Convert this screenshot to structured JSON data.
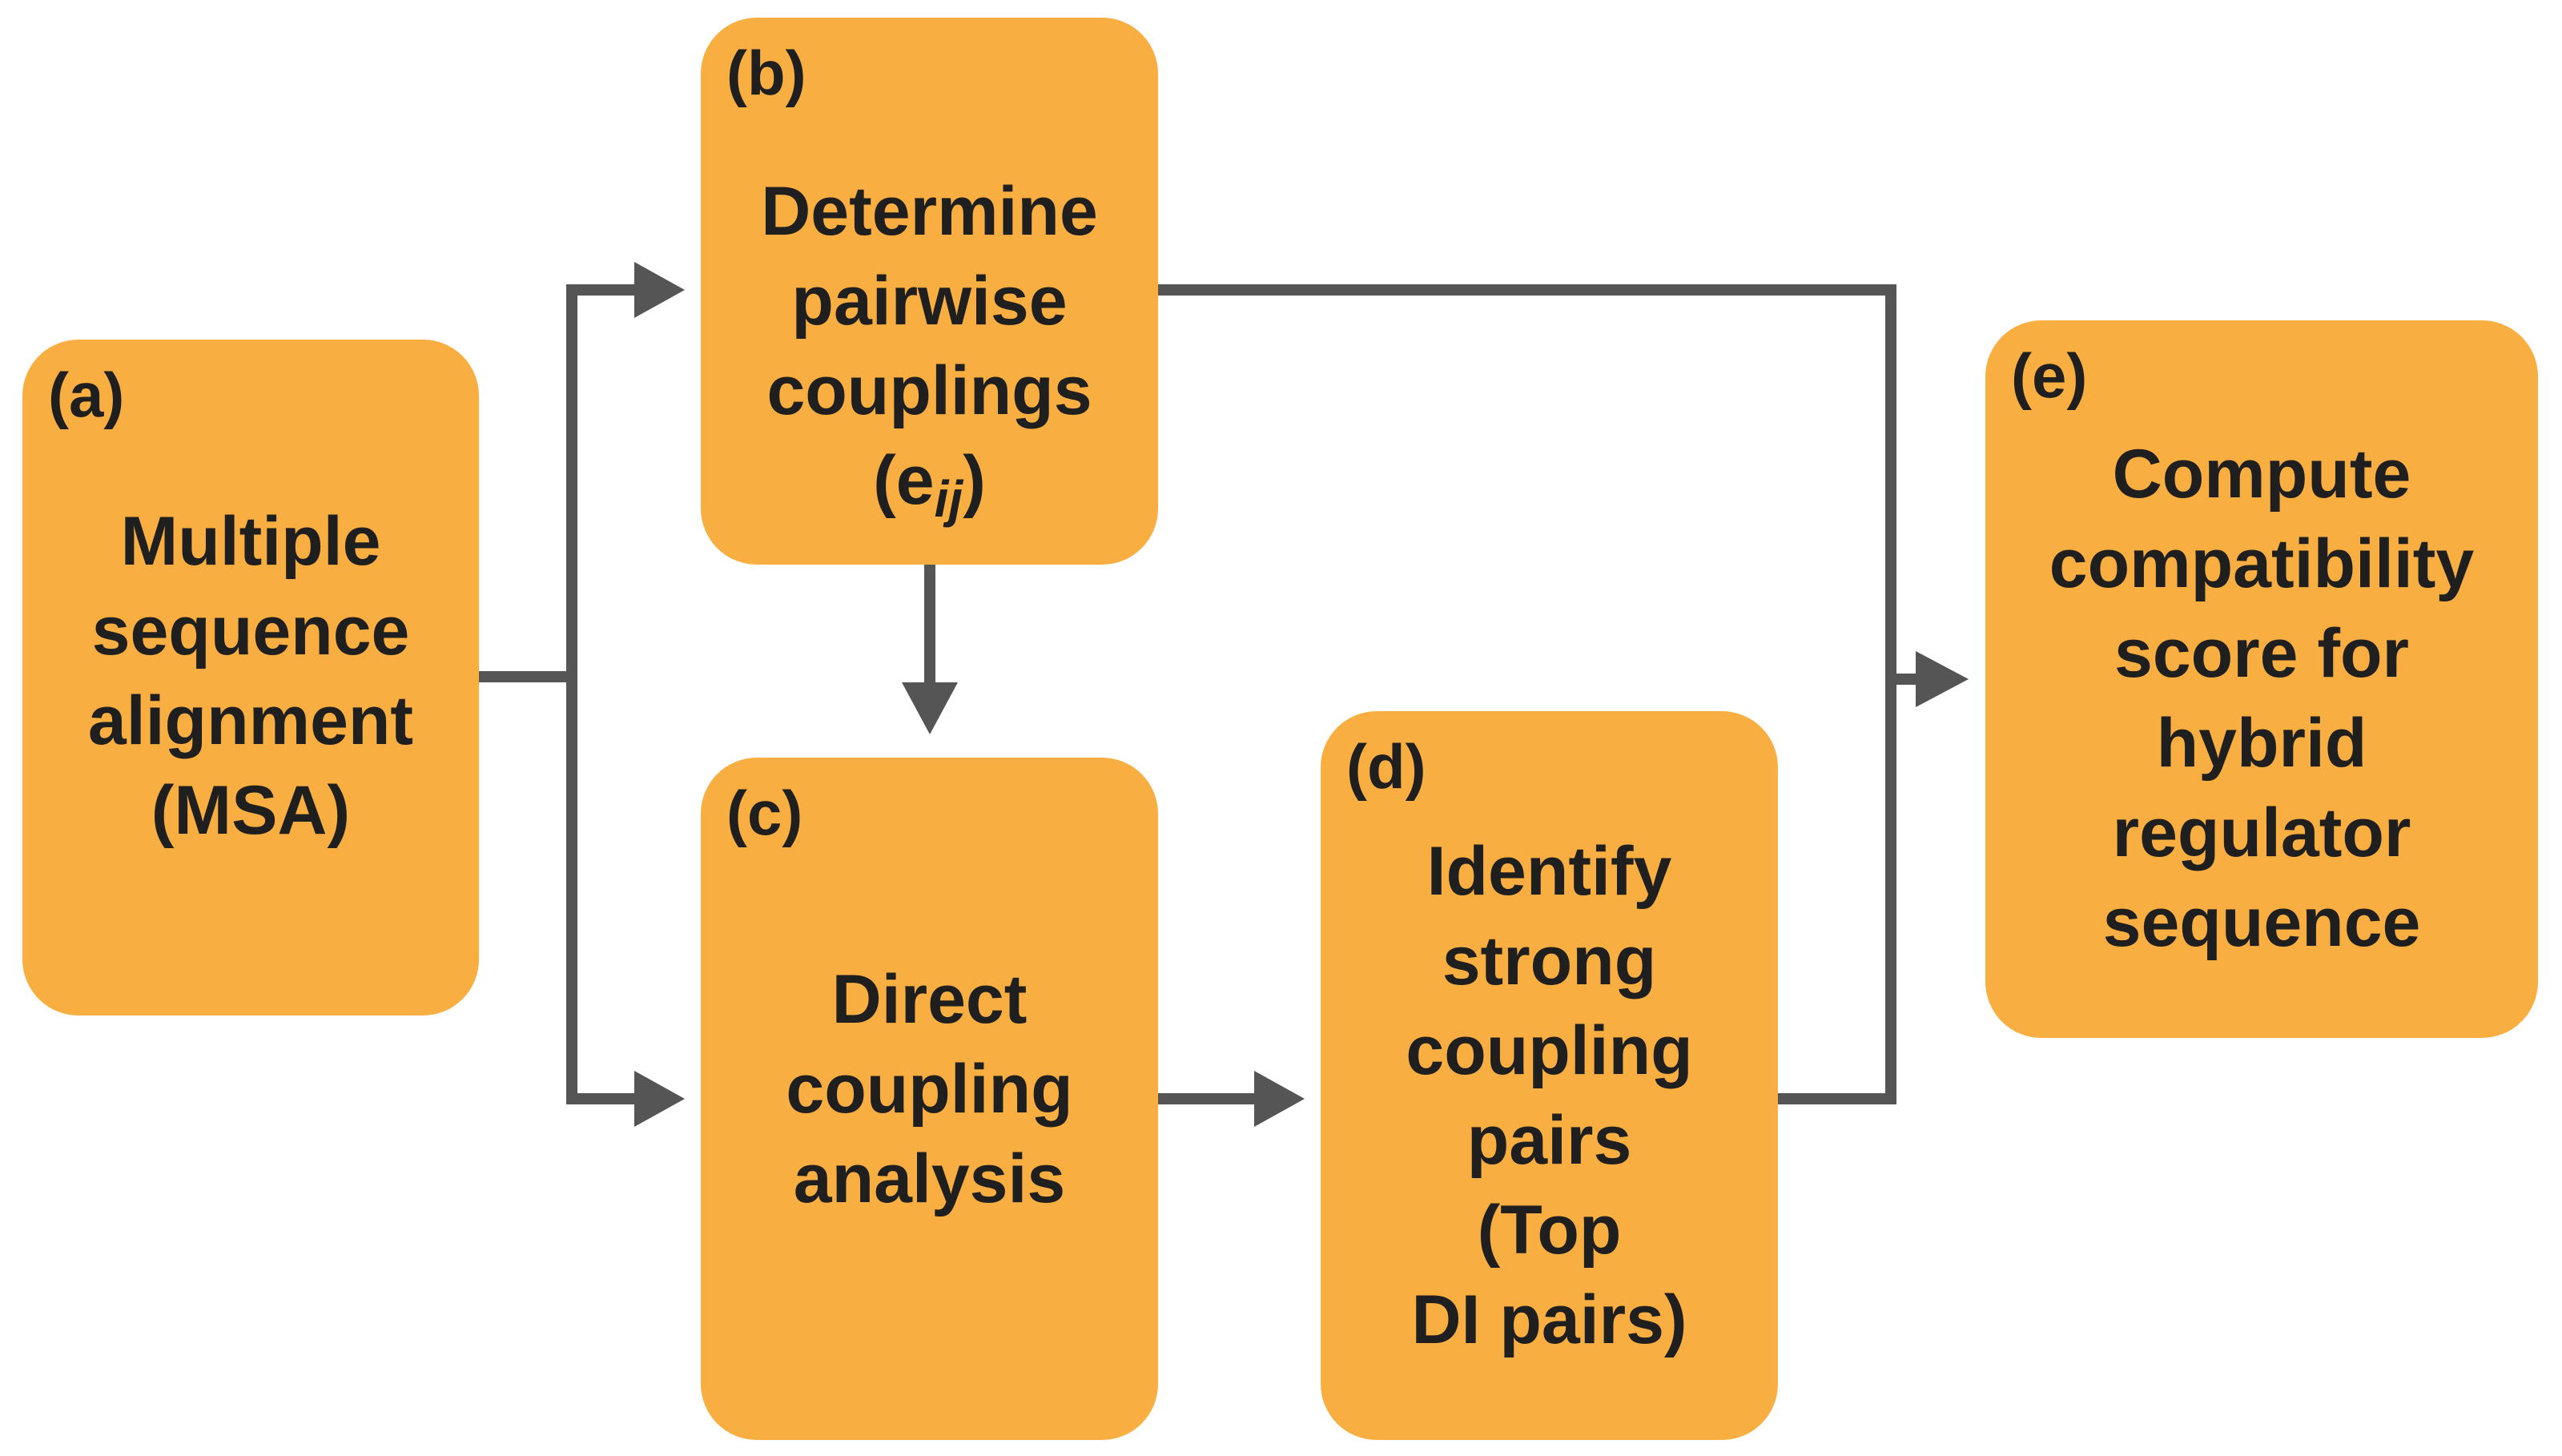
{
  "diagram": {
    "colors": {
      "box_fill": "#f9ae41",
      "text": "#1f1f1f",
      "arrow": "#555555",
      "background": "#ffffff"
    },
    "nodes": {
      "a": {
        "id": "(a)",
        "lines": [
          "Multiple",
          "sequence",
          "alignment",
          "(MSA)"
        ]
      },
      "b": {
        "id": "(b)",
        "lines": [
          "Determine",
          "pairwise",
          "couplings"
        ],
        "symbol": {
          "open": "(e",
          "subscript": "ij",
          "close": ")"
        }
      },
      "c": {
        "id": "(c)",
        "lines": [
          "Direct",
          "coupling",
          "analysis"
        ]
      },
      "d": {
        "id": "(d)",
        "lines": [
          "Identify",
          "strong",
          "coupling",
          "pairs",
          "(Top",
          "DI pairs)"
        ]
      },
      "e": {
        "id": "(e)",
        "lines": [
          "Compute",
          "compatibility",
          "score for",
          "hybrid",
          "regulator",
          "sequence"
        ]
      }
    },
    "edges": [
      {
        "from": "a",
        "to": "b"
      },
      {
        "from": "a",
        "to": "c"
      },
      {
        "from": "b",
        "to": "c"
      },
      {
        "from": "c",
        "to": "d"
      },
      {
        "from": "b",
        "to": "e"
      },
      {
        "from": "d",
        "to": "e"
      }
    ]
  }
}
